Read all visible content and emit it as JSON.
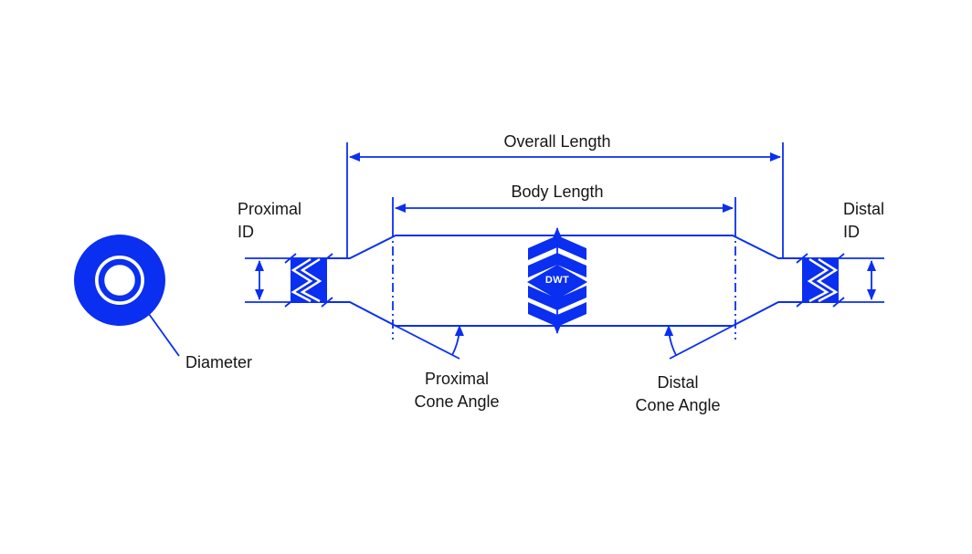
{
  "colors": {
    "accent": "#0a2ff0",
    "text": "#161616",
    "background": "#ffffff",
    "zigzag_label_text": "#ffffff"
  },
  "labels": {
    "overall_length": "Overall Length",
    "body_length": "Body Length",
    "proximal_id": "Proximal\nID",
    "distal_id": "Distal\nID",
    "diameter": "Diameter",
    "dwt": "DWT",
    "proximal_cone_angle": "Proximal\nCone Angle",
    "distal_cone_angle": "Distal\nCone Angle"
  }
}
